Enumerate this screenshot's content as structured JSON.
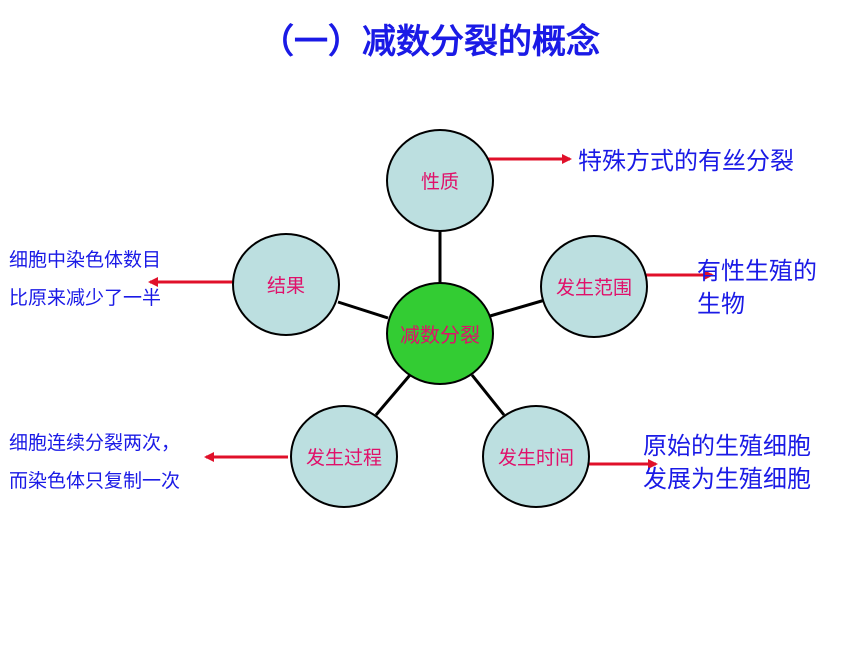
{
  "title": "（一）减数分裂的概念",
  "center": "减数分裂",
  "nodes": {
    "nature": "性质",
    "result": "结果",
    "scope": "发生范围",
    "process": "发生过程",
    "time": "发生时间"
  },
  "notes": {
    "nature": "特殊方式的有丝分裂",
    "scope": [
      "有性生殖的",
      "生物"
    ],
    "time": [
      "原始的生殖细胞",
      "发展为生殖细胞"
    ],
    "result": [
      "细胞中染色体数目",
      "比原来减少了一半"
    ],
    "process": [
      "细胞连续分裂两次，",
      "而染色体只复制一次"
    ]
  },
  "colors": {
    "title_text": "#1a1ae6",
    "node_fill": "#bcdfe0",
    "center_fill": "#33cc33",
    "node_text": "#e0106a",
    "arrow": "#e0102a",
    "note_text": "#1a1ae6"
  }
}
